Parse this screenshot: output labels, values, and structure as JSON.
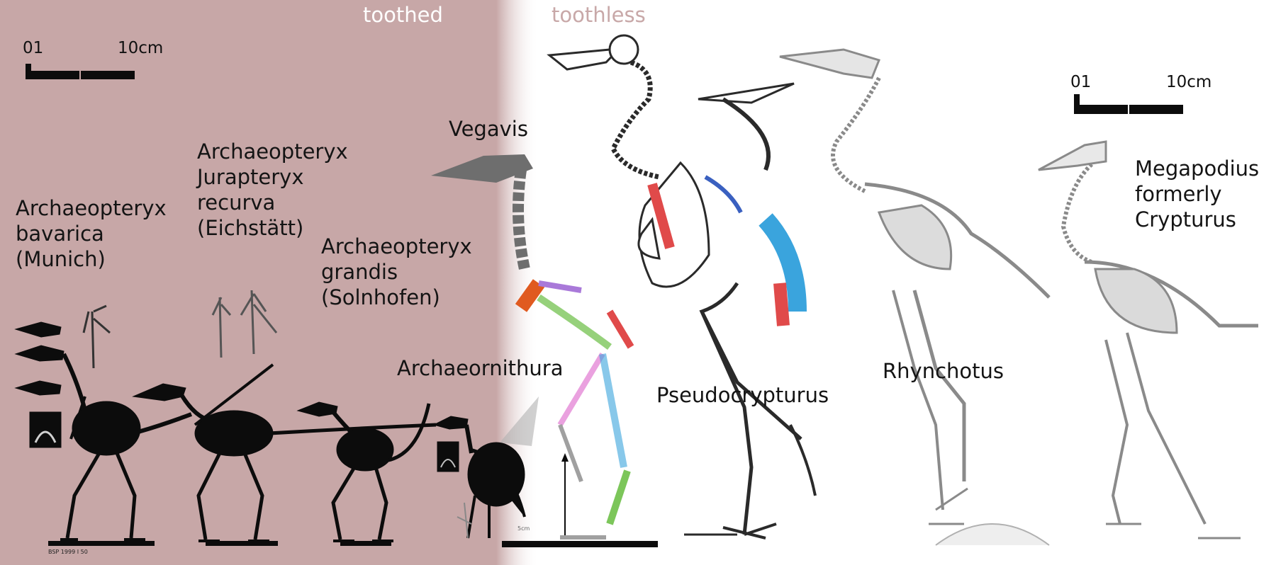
{
  "headers": {
    "toothed": "toothed",
    "toothless": "toothless"
  },
  "scalebars": {
    "left": {
      "zero": "01",
      "ten": "10cm"
    },
    "right": {
      "zero": "01",
      "ten": "10cm"
    }
  },
  "taxa": {
    "a_bavarica": "Archaeopteryx\nbavarica\n(Munich)",
    "a_recurva": "Archaeopteryx\nJurapteryx\nrecurva\n(Eichstätt)",
    "a_grandis": "Archaeopteryx\ngrandis\n(Solnhofen)",
    "archaeornithura": "Archaeornithura",
    "vegavis": "Vegavis",
    "pseudocrypturus": "Pseudocrypturus",
    "rhynchotus": "Rhynchotus",
    "megapodius": "Megapodius\nformerly\nCrypturus"
  },
  "specimen_tag": "BSP 1999 I 50",
  "small_scale": "5cm",
  "colors": {
    "toothed_bg": "#c7a7a7",
    "toothless_text": "#c8a8a8",
    "bone_dark": "#0c0c0c",
    "sketch": "#8a8a8a",
    "accent_red": "#e04a4a",
    "accent_blue": "#3aa4dd",
    "accent_green": "#7cc65a",
    "accent_purple": "#a979d9",
    "accent_orange": "#e05a20"
  }
}
